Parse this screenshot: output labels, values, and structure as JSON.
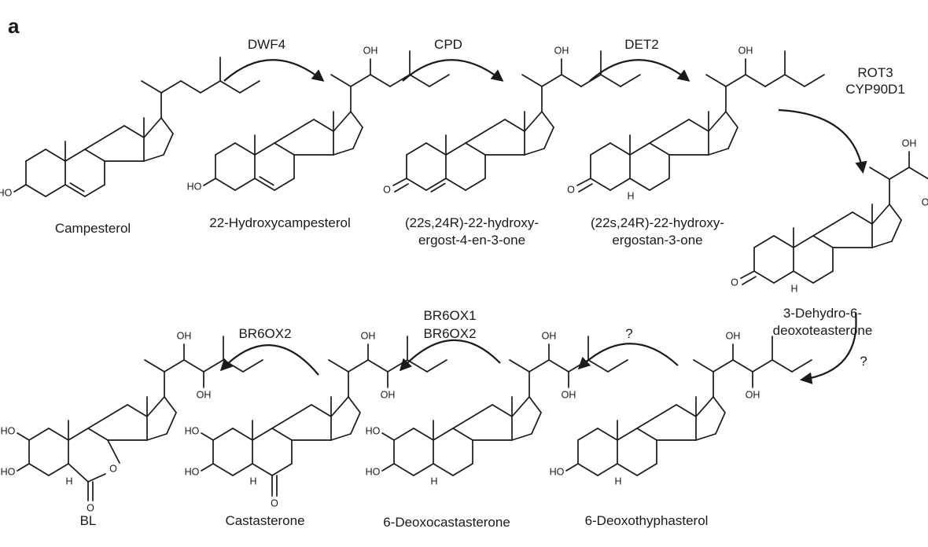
{
  "panel_label": "a",
  "compounds": [
    {
      "name": "Campesterol"
    },
    {
      "name": "22-Hydroxycampesterol"
    },
    {
      "name_lines": [
        "(22s,24R)-22-hydroxy-",
        "ergost-4-en-3-one"
      ]
    },
    {
      "name_lines": [
        "(22s,24R)-22-hydroxy-",
        "ergostan-3-one"
      ]
    },
    {
      "name_lines": [
        "3-Dehydro-6-",
        "deoxoteasterone"
      ]
    },
    {
      "name": "6-Deoxothyphasterol"
    },
    {
      "name": "6-Deoxocastasterone"
    },
    {
      "name": "Castasterone"
    },
    {
      "name": "BL"
    }
  ],
  "enzymes": [
    {
      "lines": [
        "DWF4"
      ]
    },
    {
      "lines": [
        "CPD"
      ]
    },
    {
      "lines": [
        "DET2"
      ]
    },
    {
      "lines": [
        "ROT3",
        "CYP90D1"
      ]
    },
    {
      "lines": [
        "?"
      ]
    },
    {
      "lines": [
        "?"
      ]
    },
    {
      "lines": [
        "BR6OX1",
        "BR6OX2"
      ]
    },
    {
      "lines": [
        "BR6OX2"
      ]
    }
  ],
  "atoms": {
    "hydroxyl": "OH",
    "hydroxyl_left": "HO",
    "oxygen": "O",
    "hydrogen": "H"
  }
}
